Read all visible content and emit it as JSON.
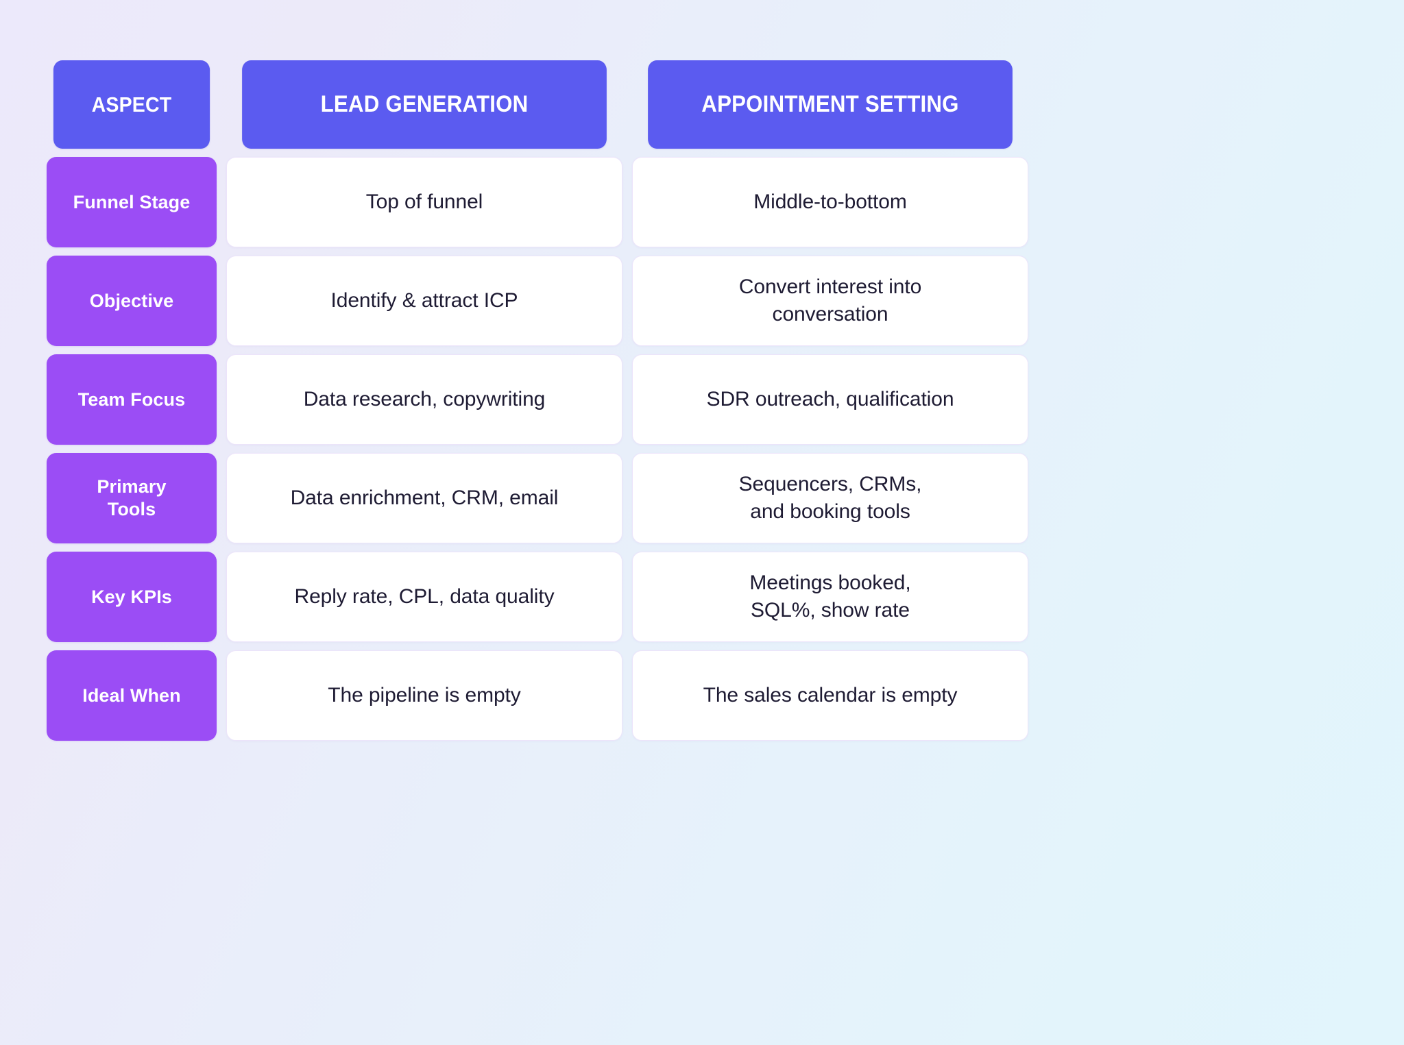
{
  "theme": {
    "header_bg": "#5b5bf0",
    "label_bg": "#9b4df5",
    "value_bg": "#ffffff",
    "value_border": "#ece4fa",
    "text_dark": "#1e1b33",
    "text_light": "#ffffff",
    "bg_gradient_from": "#ece9fb",
    "bg_gradient_to": "#e2f5fc"
  },
  "table": {
    "headers": {
      "aspect": "ASPECT",
      "column_a": "LEAD GENERATION",
      "column_b": "APPOINTMENT SETTING"
    },
    "rows": [
      {
        "aspect": "Funnel Stage",
        "lead_generation": "Top of funnel",
        "appointment_setting": "Middle-to-bottom"
      },
      {
        "aspect": "Objective",
        "lead_generation": "Identify & attract ICP",
        "appointment_setting_line1": "Convert interest into",
        "appointment_setting_line2": "conversation"
      },
      {
        "aspect": "Team Focus",
        "lead_generation": "Data research, copywriting",
        "appointment_setting": "SDR outreach, qualification"
      },
      {
        "aspect_line1": "Primary",
        "aspect_line2": "Tools",
        "lead_generation": "Data enrichment, CRM, email",
        "appointment_setting_line1": "Sequencers, CRMs,",
        "appointment_setting_line2": "and booking tools"
      },
      {
        "aspect": "Key KPIs",
        "lead_generation": "Reply rate, CPL, data quality",
        "appointment_setting_line1": "Meetings booked,",
        "appointment_setting_line2": "SQL%, show rate"
      },
      {
        "aspect": "Ideal When",
        "lead_generation": "The pipeline is empty",
        "appointment_setting": "The sales calendar is empty"
      }
    ]
  }
}
